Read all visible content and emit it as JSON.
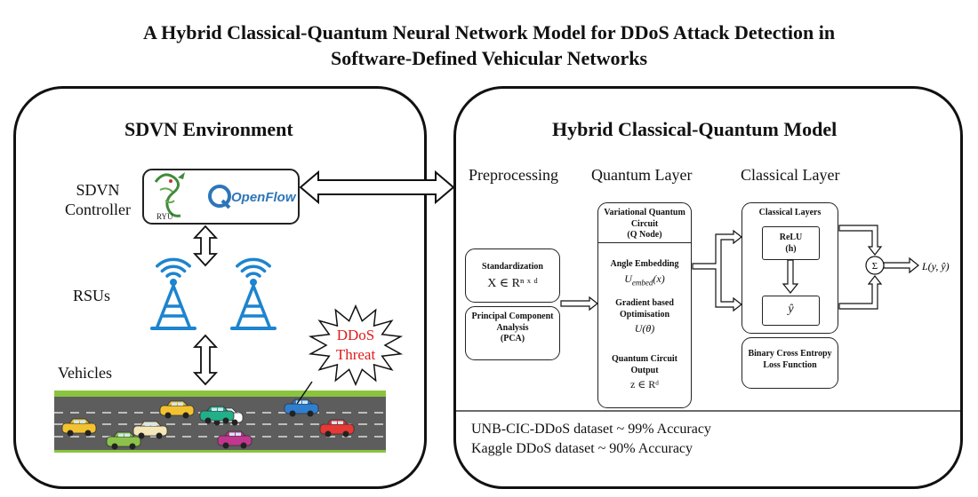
{
  "title_line1": "A Hybrid Classical-Quantum Neural Network Model for DDoS Attack Detection in",
  "title_line2": "Software-Defined Vehicular Networks",
  "left_panel": {
    "heading": "SDVN Environment",
    "controller_label_1": "SDVN",
    "controller_label_2": "Controller",
    "rsus_label": "RSUs",
    "vehicles_label": "Vehicles",
    "ryu_logo_text": "RYU",
    "openflow_logo_text": "OpenFlow",
    "threat_line1": "DDoS",
    "threat_line2": "Threat"
  },
  "right_panel": {
    "heading": "Hybrid Classical-Quantum Model",
    "preprocessing": {
      "title": "Preprocessing",
      "standardization": "Standardization",
      "standardization_math": "X ∈ Rⁿ ˣ ᵈ",
      "pca_line1": "Principal Component",
      "pca_line2": "Analysis",
      "pca_line3": "(PCA)"
    },
    "quantum": {
      "title": "Quantum Layer",
      "vqc_line1": "Variational Quantum",
      "vqc_line2": "Circuit",
      "vqc_line3": "(Q Node)",
      "angle": "Angle Embedding",
      "angle_math": "Uembed(x)",
      "grad_line1": "Gradient based",
      "grad_line2": "Optimisation",
      "grad_math": "U(θ)",
      "output_line1": "Quantum Circuit",
      "output_line2": "Output",
      "output_math": "z ∈ Rᵈ"
    },
    "classical": {
      "title": "Classical Layer",
      "layers": "Classical Layers",
      "relu_line1": "ReLU",
      "relu_line2": "(h)",
      "yhat": "ŷ",
      "bce_line1": "Binary Cross Entropy",
      "bce_line2": "Loss Function",
      "sum_symbol": "Σ",
      "loss": "L(y, ŷ)"
    },
    "results": [
      "UNB-CIC-DDoS dataset ~ 99% Accuracy",
      "Kaggle DDoS dataset ~ 90% Accuracy"
    ]
  },
  "colors": {
    "tower": "#1d84cf",
    "road": "#5d5d5d",
    "grass": "#8ac43f",
    "threat": "#e01b1b",
    "openflow": "#2d76b8"
  }
}
